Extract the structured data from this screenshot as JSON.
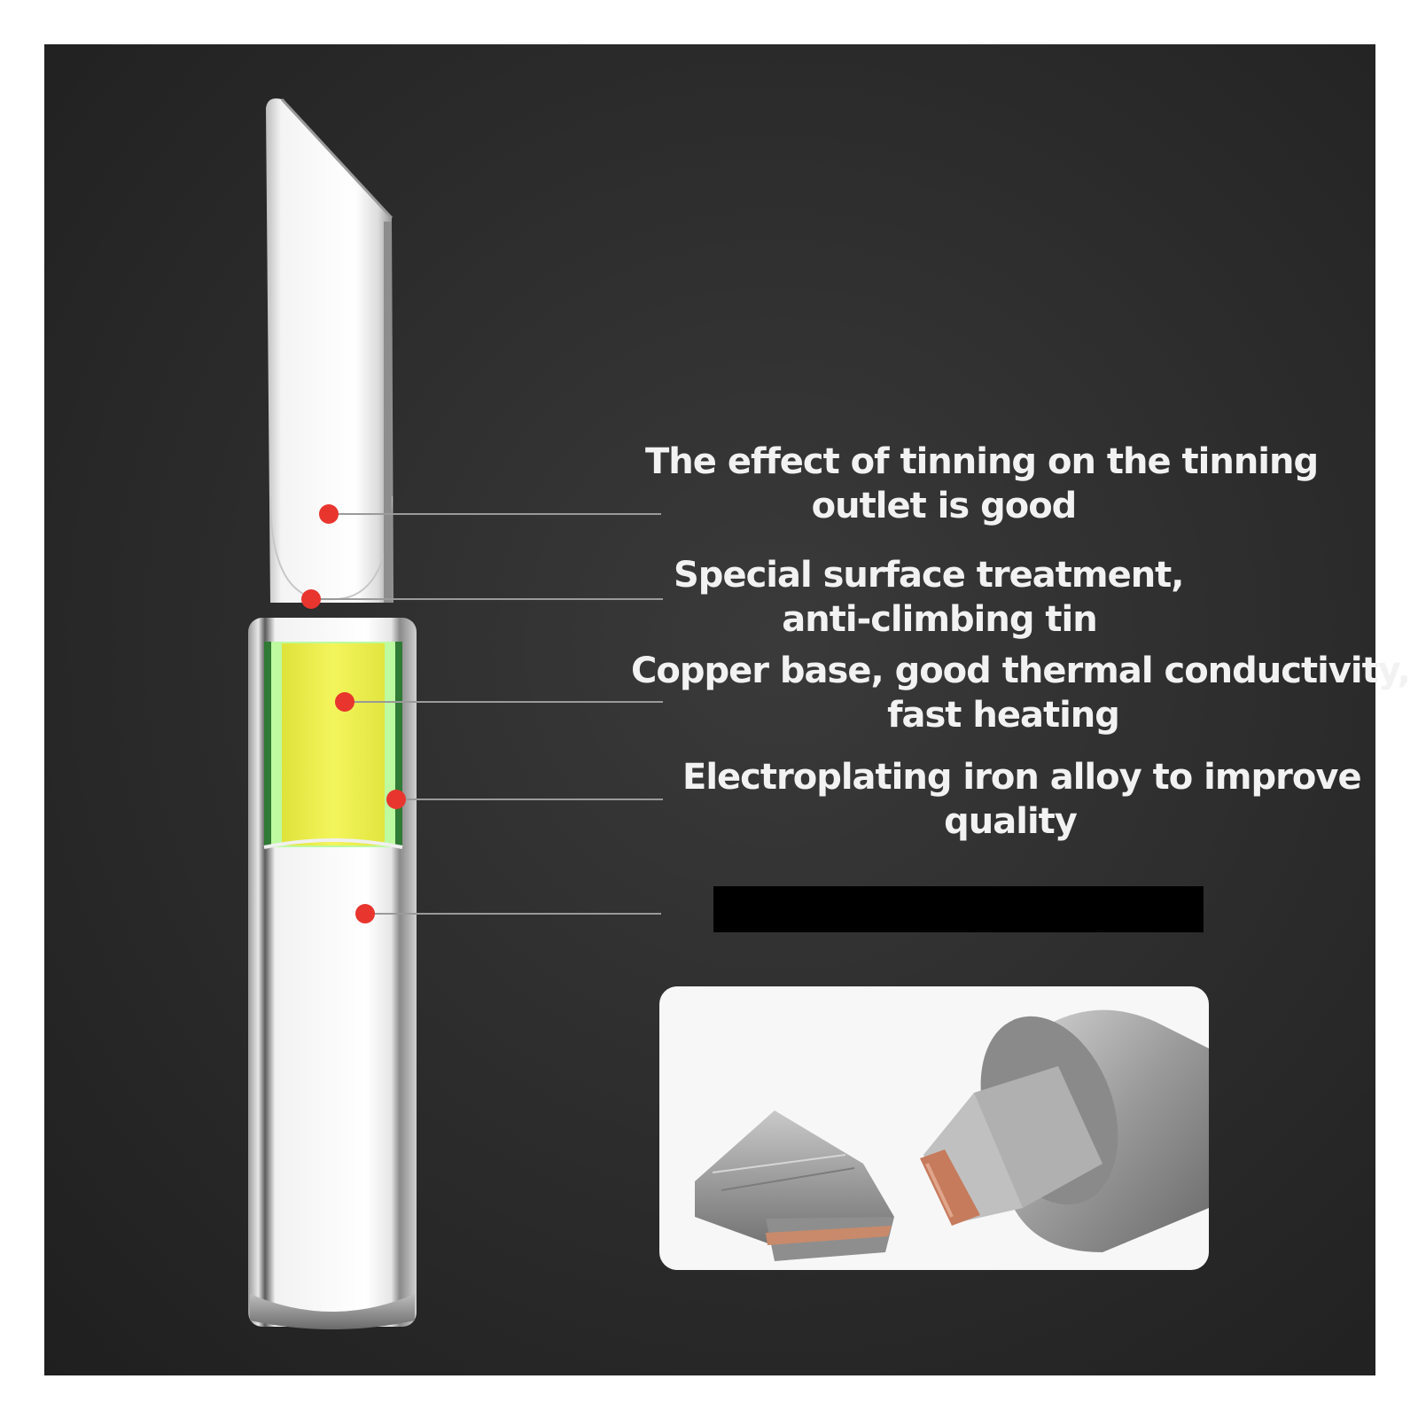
{
  "callouts": [
    {
      "line1": "The effect of tinning on the tinning",
      "line2": "outlet is good"
    },
    {
      "line1": "Special surface treatment,",
      "line2": "anti-climbing tin"
    },
    {
      "line1": "Copper base, good thermal conductivity,",
      "line2": "fast heating"
    },
    {
      "line1": "Electroplating iron alloy to improve",
      "line2": "quality"
    }
  ],
  "colors": {
    "background": "#2b2b2b",
    "marker": "#e8352e",
    "copper_layer": "#eef04a",
    "silver": "#d9d9d9"
  },
  "icons": [
    "soldering-tip-illustration",
    "tip-cross-section-photo"
  ]
}
